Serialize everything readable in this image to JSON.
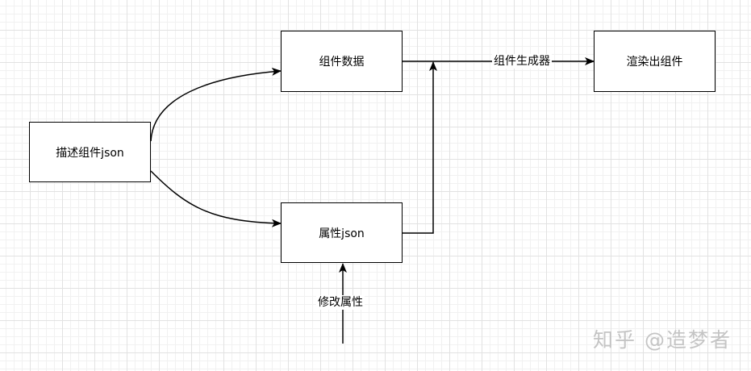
{
  "nodes": {
    "describe": {
      "label": "描述组件json"
    },
    "component_data": {
      "label": "组件数据"
    },
    "props": {
      "label": "属性json"
    },
    "render": {
      "label": "渲染出组件"
    }
  },
  "edges": {
    "generator": {
      "label": "组件生成器"
    },
    "modify": {
      "label": "修改属性"
    }
  },
  "watermark": {
    "text": "知乎 @造梦者"
  }
}
